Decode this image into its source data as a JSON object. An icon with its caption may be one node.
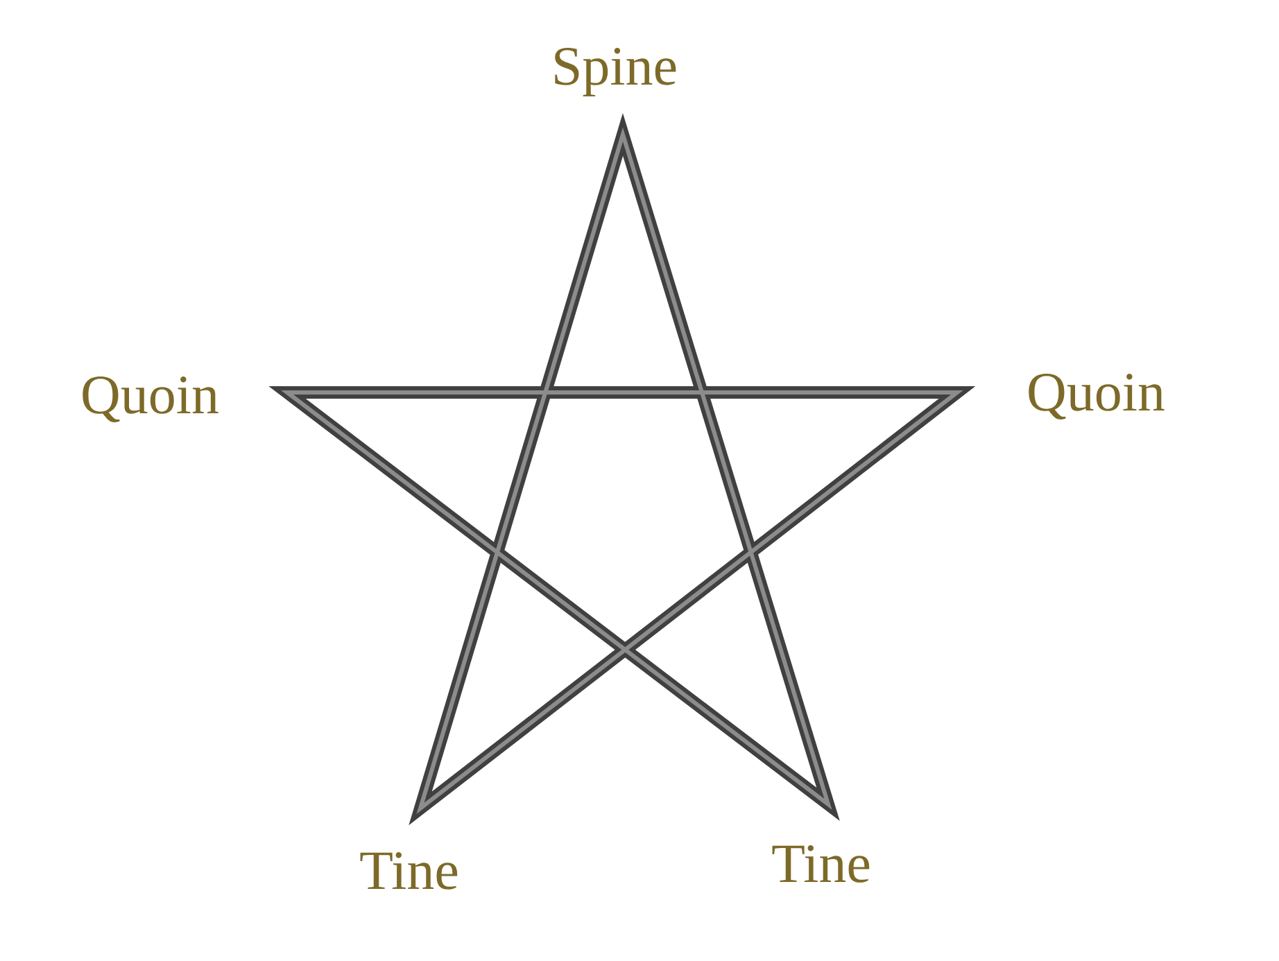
{
  "diagram": {
    "labels": [
      "Spine",
      "Quoin",
      "Quoin",
      "Tine",
      "Tine"
    ]
  }
}
